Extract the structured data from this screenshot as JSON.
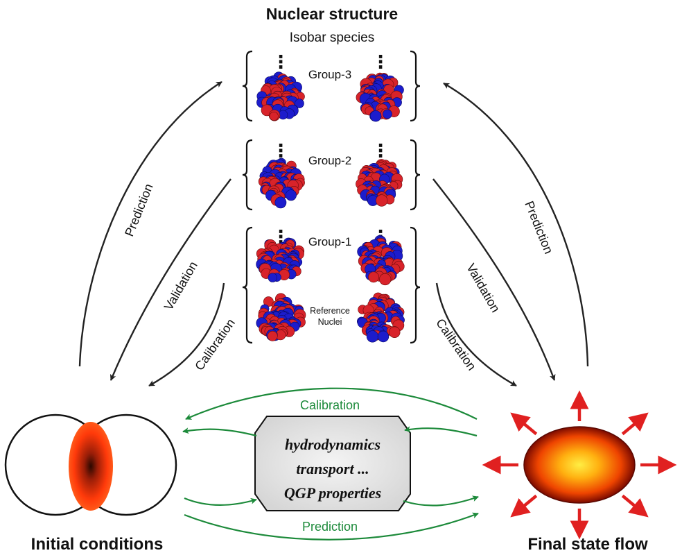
{
  "nuclear": {
    "title": "Nuclear structure",
    "subtitle": "Isobar species",
    "groups": [
      "Group-3",
      "Group-2",
      "Group-1"
    ],
    "reference_line1": "Reference",
    "reference_line2": "Nuclei",
    "dots": "⋮"
  },
  "arrows": {
    "left_outer": "Prediction",
    "left_mid": "Validation",
    "left_inner": "Calibration",
    "right_outer": "Prediction",
    "right_mid": "Validation",
    "right_inner": "Calibration"
  },
  "center": {
    "line1": "hydrodynamics",
    "line2": "transport ...",
    "line3": "QGP properties",
    "top_label": "Calibration",
    "bottom_label": "Prediction"
  },
  "initial": {
    "label": "Initial conditions"
  },
  "final": {
    "label": "Final state flow"
  },
  "colors": {
    "arrow_black": "#222222",
    "arrow_green": "#1c8a3a",
    "proton": "#d8232a",
    "neutron": "#1c1ccc",
    "flow_arrow": "#e02020",
    "box_fill": "#e6e6e6"
  }
}
